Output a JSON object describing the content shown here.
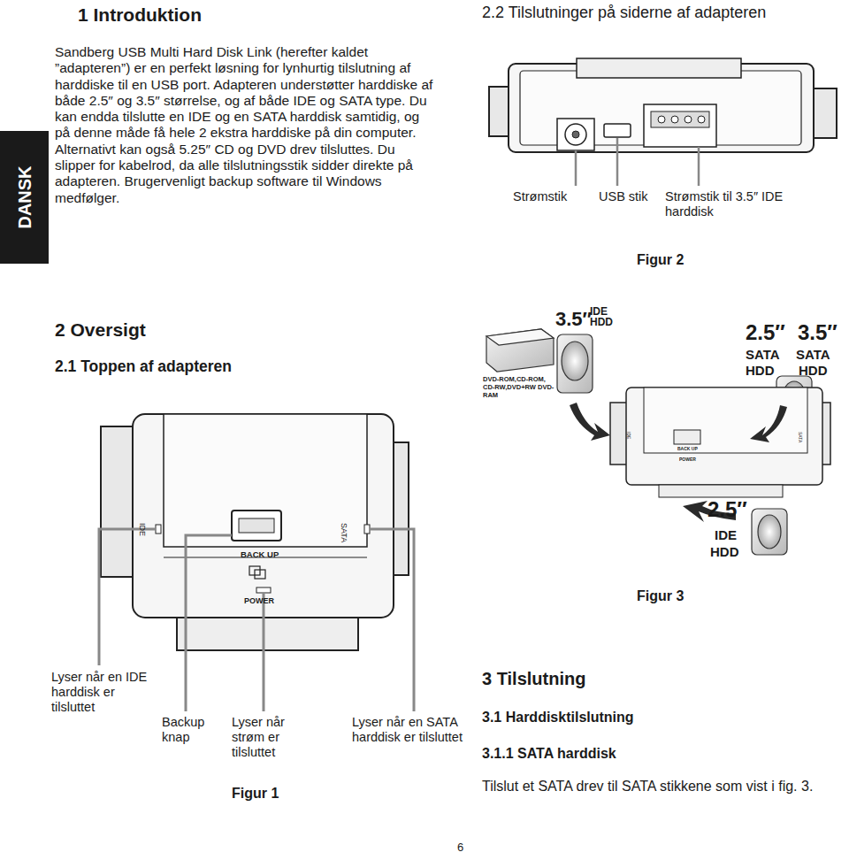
{
  "diagram": {
    "nodes": [
      {
        "text": [
          "DANSK"
        ]
      }
    ],
    "labels": [
      "1 Introduktion",
      "Sandberg USB Multi Hard Disk Link (herefter kaldet ”adapteren”) er en perfekt løsning for lynhurtig tilslutning af harddiske til en USB port. Adapteren understøtter harddiske af både 2.5″ og 3.5″ størrelse, og af både IDE og SATA type. Du kan endda tilslutte en IDE og en SATA harddisk samtidig, og på denne måde få hele 2 ekstra harddiske på din computer. Alternativt kan også 5.25″ CD og DVD drev tilsluttes. Du slipper for kabelrod, da alle tilslutningsstik sidder direkte på adapteren. Brugervenligt backup software til Windows medfølger.",
      "2.2 Tilslutninger på siderne af adapteren",
      "Strømstik",
      "USB stik",
      "Strømstik til 3.5″ IDE harddisk",
      "Figur 2",
      "2 Oversigt",
      "2.1 Toppen af adapteren",
      "3.5″",
      "IDE HDD",
      "DVD-ROM,CD-ROM, CD-RW,DVD+RW DVD-RAM",
      "2.5″",
      "3.5″",
      "SATA",
      "SATA",
      "HDD",
      "HDD",
      "2.5″",
      "IDE",
      "HDD",
      "Figur 3",
      "IDE",
      "SATA",
      "BACK UP",
      "POWER",
      "Lyser når en IDE harddisk er tilsluttet",
      "Backup knap",
      "Lyser når strøm er tilsluttet",
      "Lyser når en SATA harddisk er tilsluttet",
      "Figur 1",
      "3 Tilslutning",
      "3.1 Harddisktilslutning",
      "3.1.1 SATA harddisk",
      "Tilslut et SATA drev til SATA stikkene som vist i fig. 3.",
      "6",
      "IDE",
      "SATA",
      "BACK UP",
      "POWER"
    ]
  }
}
